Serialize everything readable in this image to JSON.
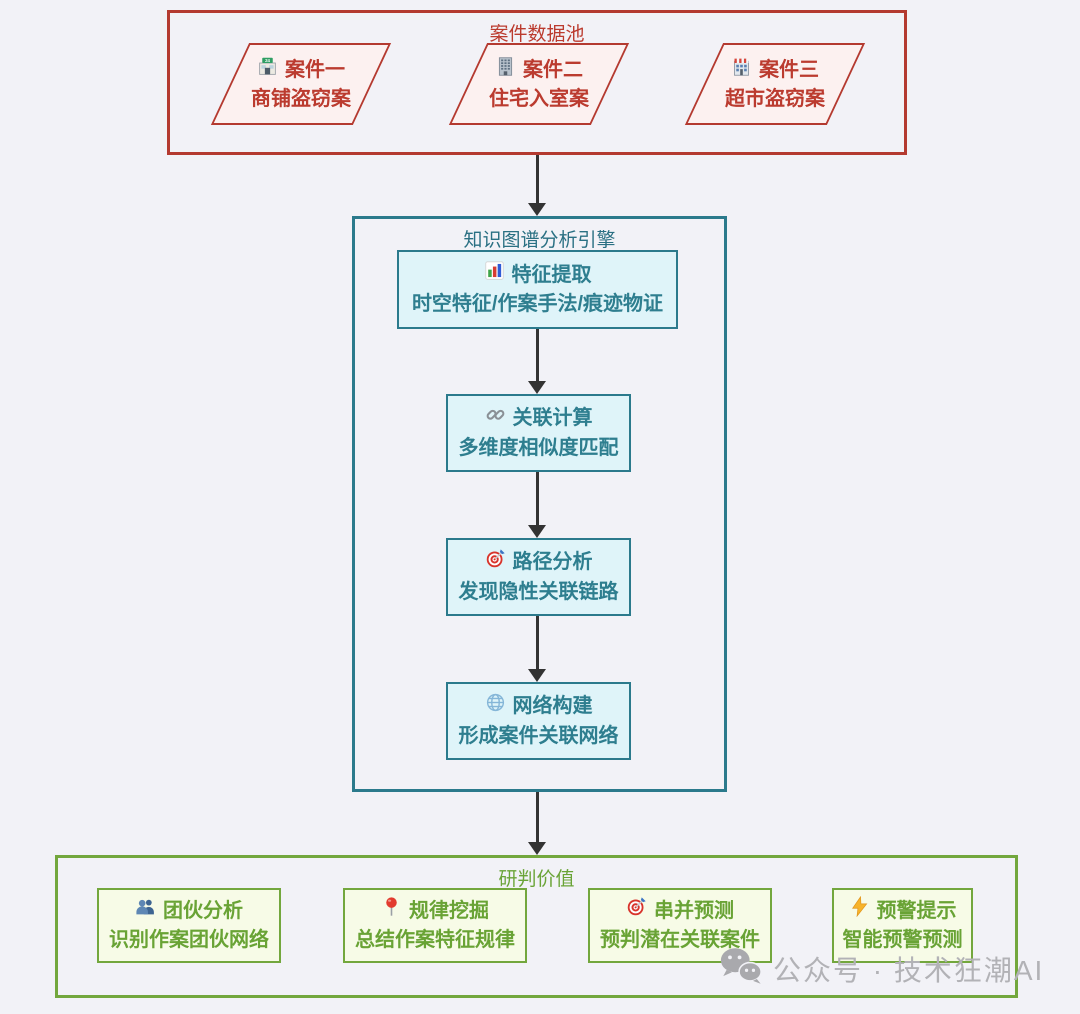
{
  "page": {
    "background": "#f2f2f7",
    "watermark": {
      "icon": "wechat-icon",
      "text": "公众号 · 技术狂潮AI",
      "color": "#b2b2b6"
    }
  },
  "case_pool": {
    "title": "案件数据池",
    "accent": "#b43a30",
    "node_fill": "#fcf1f0",
    "cases": [
      {
        "icon": "store-icon",
        "title": "案件一",
        "subtitle": "商铺盗窃案"
      },
      {
        "icon": "office-building-icon",
        "title": "案件二",
        "subtitle": "住宅入室案"
      },
      {
        "icon": "department-store-icon",
        "title": "案件三",
        "subtitle": "超市盗窃案"
      }
    ]
  },
  "engine": {
    "title": "知识图谱分析引擎",
    "accent": "#2b7a8c",
    "node_fill": "#dff4f9",
    "steps": [
      {
        "icon": "bar-chart-icon",
        "title": "特征提取",
        "subtitle": "时空特征/作案手法/痕迹物证"
      },
      {
        "icon": "link-icon",
        "title": "关联计算",
        "subtitle": "多维度相似度匹配"
      },
      {
        "icon": "target-icon",
        "title": "路径分析",
        "subtitle": "发现隐性关联链路"
      },
      {
        "icon": "globe-icon",
        "title": "网络构建",
        "subtitle": "形成案件关联网络"
      }
    ]
  },
  "value": {
    "title": "研判价值",
    "accent": "#73a73d",
    "node_fill": "#f7fbe7",
    "items": [
      {
        "icon": "people-icon",
        "title": "团伙分析",
        "subtitle": "识别作案团伙网络"
      },
      {
        "icon": "pushpin-icon",
        "title": "规律挖掘",
        "subtitle": "总结作案特征规律"
      },
      {
        "icon": "target-icon",
        "title": "串并预测",
        "subtitle": "预判潜在关联案件"
      },
      {
        "icon": "lightning-icon",
        "title": "预警提示",
        "subtitle": "智能预警预测"
      }
    ]
  }
}
